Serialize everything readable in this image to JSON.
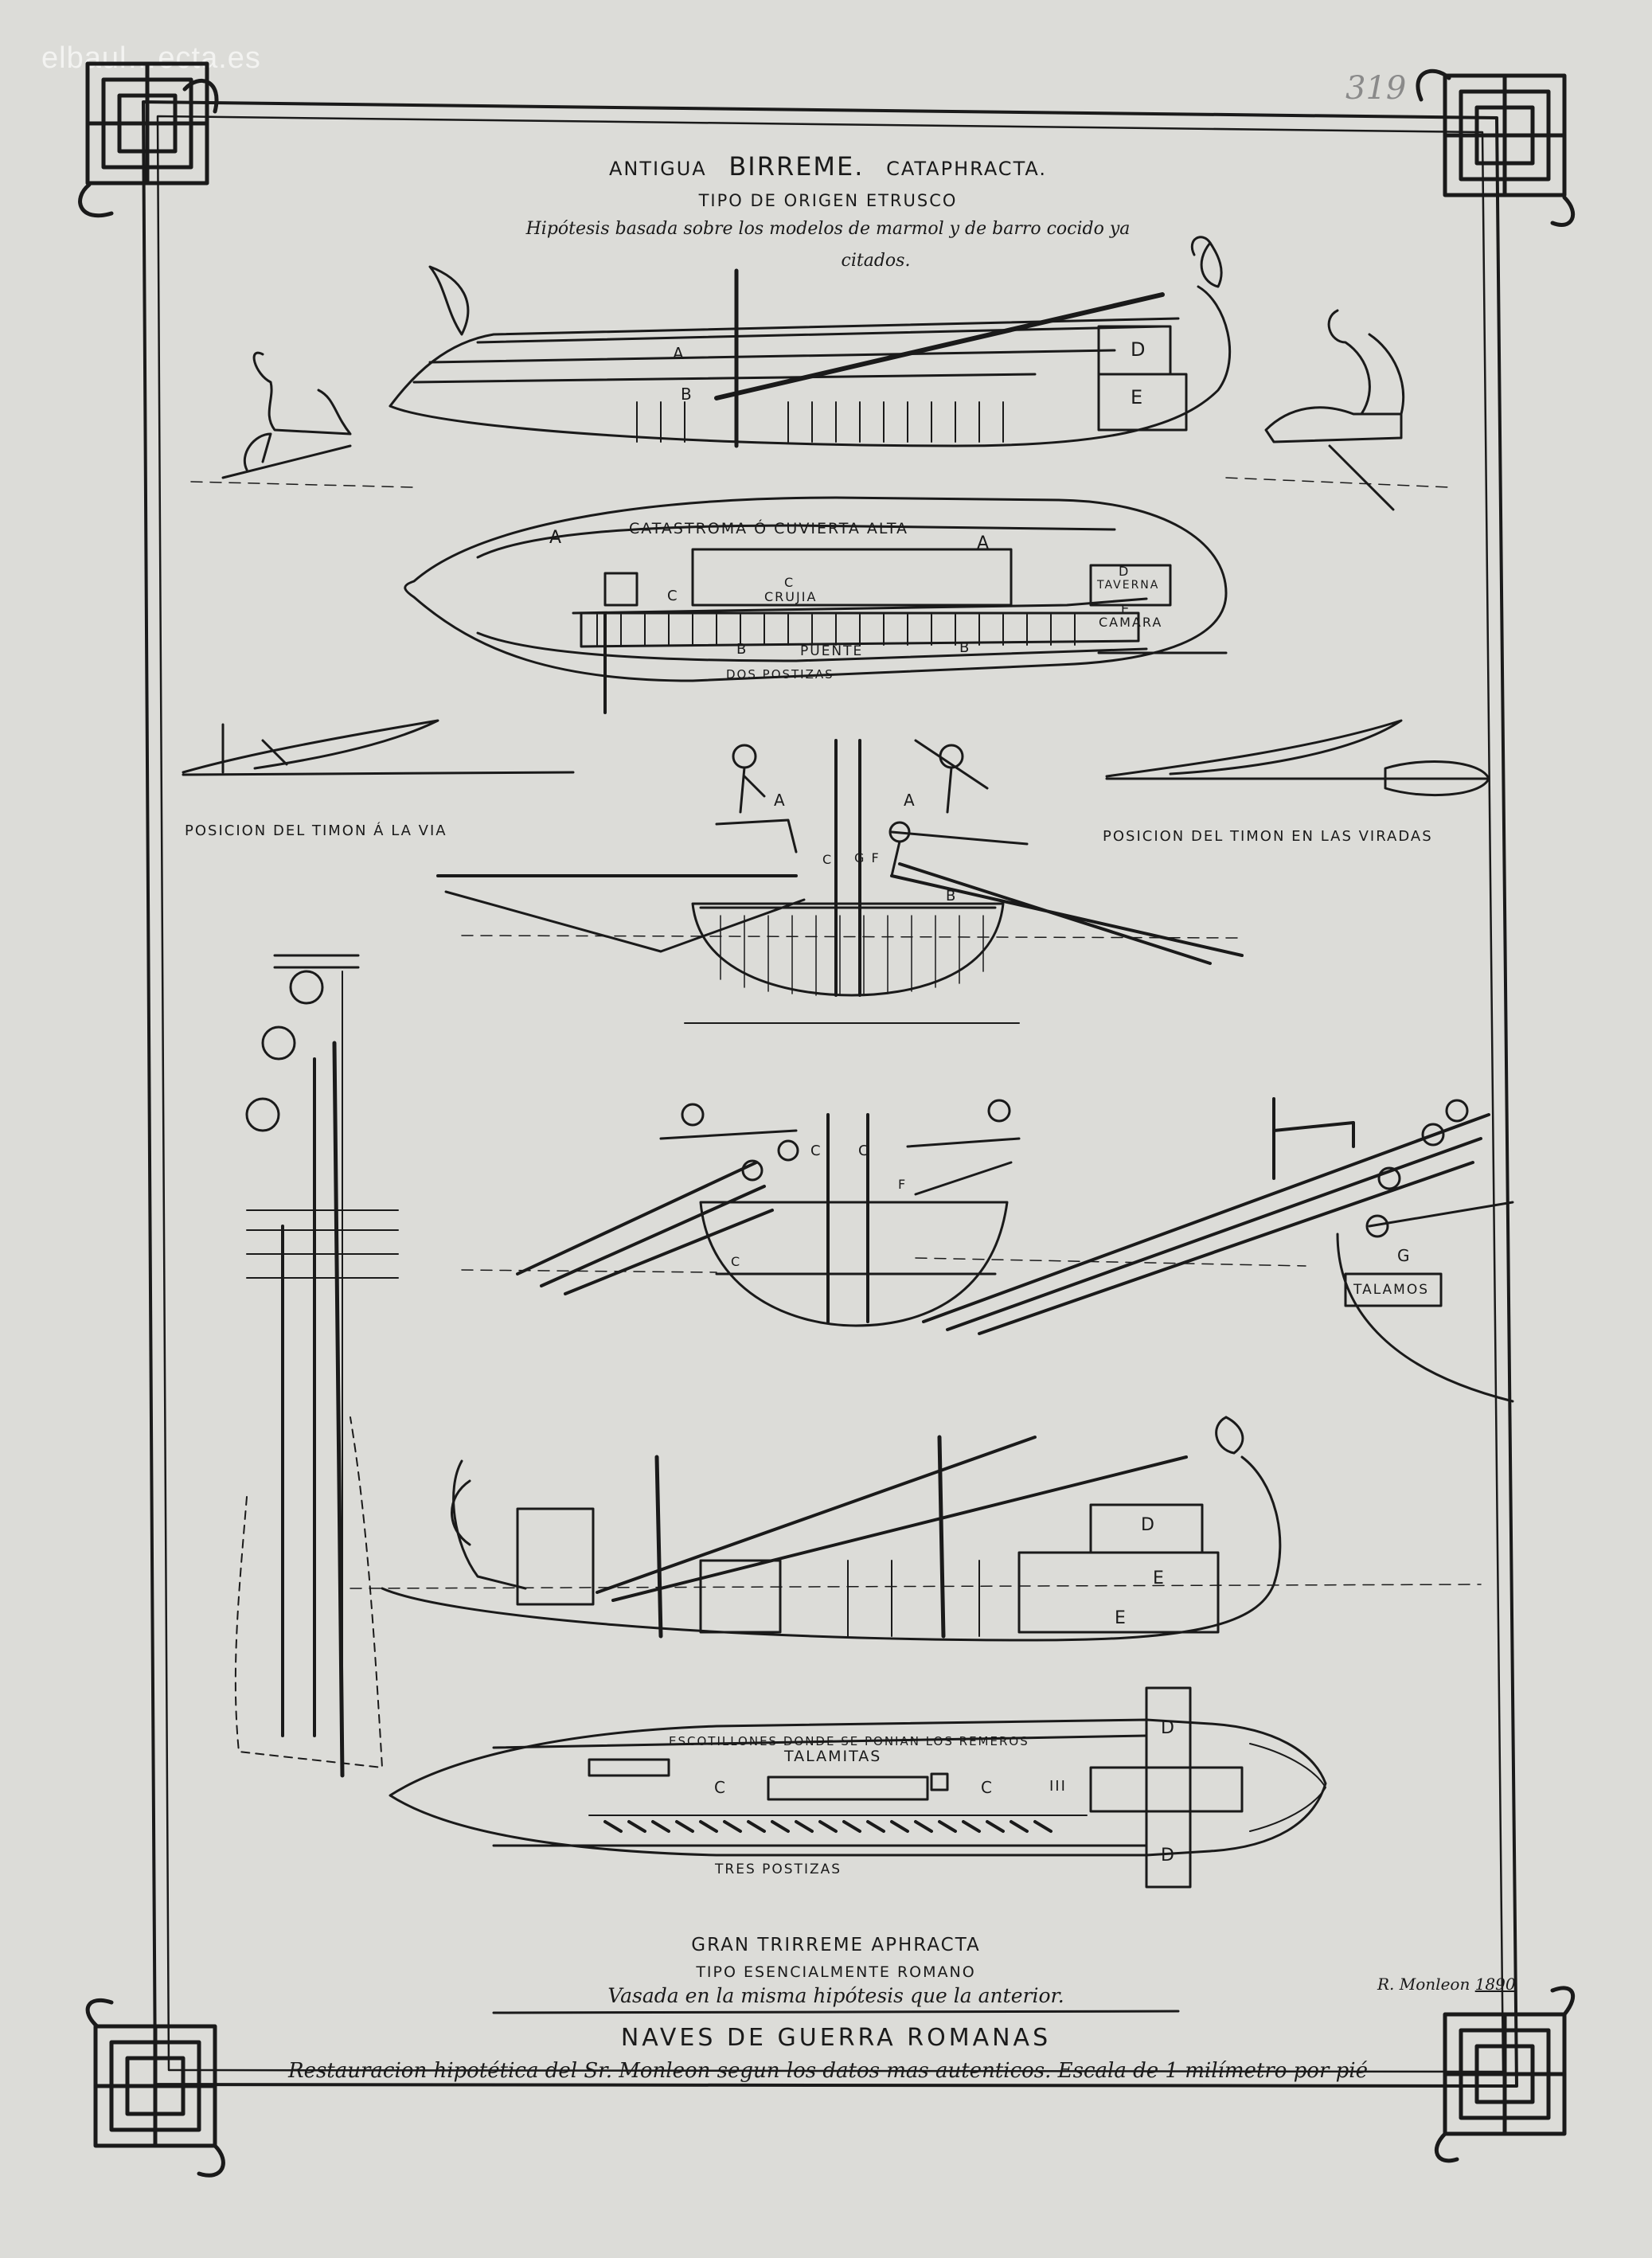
{
  "watermark": "elbaul…ecta.es",
  "page_number": "319",
  "upper_section": {
    "title_prefix": "ANTIGUA",
    "title_main": "BIRREME.",
    "title_suffix": "CATAPHRACTA.",
    "subtitle": "TIPO DE ORIGEN ETRUSCO",
    "note_line1": "Hipótesis basada sobre los modelos de marmol y de barro cocido ya",
    "note_line2": "citados."
  },
  "birreme_labels": {
    "side_A": "A",
    "side_B": "B",
    "side_D": "D",
    "side_E": "E",
    "deck_top": "CATASTROMA Ó CUVIERTA ALTA",
    "deck_A_left": "A",
    "deck_A_right": "A",
    "crujia": "CRUJIA",
    "deck_C_left": "C",
    "deck_C_mid": "C",
    "taverna": "TAVERNA",
    "camara": "CAMARA",
    "puente": "PUENTE",
    "dos_postizas": "DOS POSTIZAS",
    "deck_B_left": "B",
    "deck_B_right": "B",
    "deck_E": "E",
    "deck_D": "D"
  },
  "rudder_captions": {
    "left": "POSICION DEL TIMON Á LA VIA",
    "right": "POSICION DEL TIMON EN LAS VIRADAS"
  },
  "cross_section_labels": {
    "A_left": "A",
    "A_right": "A",
    "C": "C",
    "G_F": "G F",
    "B": "B",
    "C_second_1": "C",
    "C_second_2": "C",
    "F": "F",
    "C_low": "C",
    "G": "G",
    "talamos": "TALAMOS"
  },
  "trireme_labels": {
    "D": "D",
    "E1": "E",
    "E2": "E",
    "escotillones": "ESCOTILLONES DONDE SE PONIAN LOS REMEROS",
    "talamitas": "TALAMITAS",
    "C1": "C",
    "C2": "C",
    "III": "III",
    "D_top": "D",
    "D_bottom": "D",
    "tres_postizas": "TRES POSTIZAS"
  },
  "lower_section": {
    "title": "GRAN TRIRREME APHRACTA",
    "subtitle": "TIPO ESENCIALMENTE ROMANO",
    "note": "Vasada en la misma hipótesis que la anterior."
  },
  "plate": {
    "title": "NAVES DE GUERRA ROMANAS",
    "caption": "Restauracion hipotética del Sr. Monleon segun los datos mas autenticos. Escala de 1 milímetro por pié",
    "signature": "R. Monleon",
    "signature_year": "1890"
  },
  "colors": {
    "paper": "#dcdcd8",
    "ink": "#1a1a1a"
  }
}
